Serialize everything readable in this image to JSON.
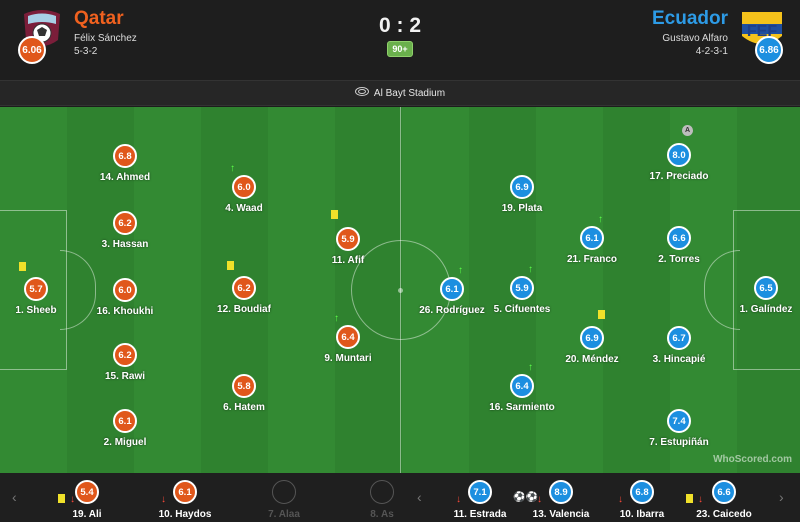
{
  "home": {
    "name": "Qatar",
    "manager": "Félix Sánchez",
    "formation": "5-3-2",
    "rating": "6.06",
    "color": "#e0571b"
  },
  "away": {
    "name": "Ecuador",
    "manager": "Gustavo Alfaro",
    "formation": "4-2-3-1",
    "rating": "6.86",
    "color": "#1c8fe0"
  },
  "score": "0 : 2",
  "time": "90+",
  "venue": "Al Bayt Stadium",
  "home_players": [
    {
      "rating": "6.8",
      "name": "14. Ahmed"
    },
    {
      "rating": "6.2",
      "name": "3. Hassan"
    },
    {
      "rating": "6.0",
      "name": "16. Khoukhi"
    },
    {
      "rating": "6.2",
      "name": "15. Rawi"
    },
    {
      "rating": "6.1",
      "name": "2. Miguel"
    },
    {
      "rating": "5.7",
      "name": "1. Sheeb"
    },
    {
      "rating": "6.0",
      "name": "4. Waad"
    },
    {
      "rating": "6.2",
      "name": "12. Boudiaf"
    },
    {
      "rating": "5.8",
      "name": "6. Hatem"
    },
    {
      "rating": "5.9",
      "name": "11. Afif"
    },
    {
      "rating": "6.4",
      "name": "9. Muntari"
    }
  ],
  "away_players": [
    {
      "rating": "8.0",
      "name": "17. Preciado"
    },
    {
      "rating": "6.6",
      "name": "2. Torres"
    },
    {
      "rating": "6.7",
      "name": "3. Hincapié"
    },
    {
      "rating": "7.4",
      "name": "7. Estupiñán"
    },
    {
      "rating": "6.5",
      "name": "1. Galíndez"
    },
    {
      "rating": "6.1",
      "name": "21. Franco"
    },
    {
      "rating": "6.9",
      "name": "20. Méndez"
    },
    {
      "rating": "6.9",
      "name": "19. Plata"
    },
    {
      "rating": "5.9",
      "name": "5. Cifuentes"
    },
    {
      "rating": "6.4",
      "name": "16. Sarmiento"
    },
    {
      "rating": "6.1",
      "name": "26. Rodríguez"
    }
  ],
  "captain_badge": "A",
  "home_subs": [
    {
      "rating": "5.4",
      "name": "19. Ali"
    },
    {
      "rating": "6.1",
      "name": "10. Haydos"
    },
    {
      "rating": "",
      "name": "7. Alaa"
    },
    {
      "rating": "",
      "name": "8. As"
    }
  ],
  "away_subs": [
    {
      "rating": "7.1",
      "name": "11. Estrada"
    },
    {
      "rating": "8.9",
      "name": "13. Valencia"
    },
    {
      "rating": "6.8",
      "name": "10. Ibarra"
    },
    {
      "rating": "6.6",
      "name": "23. Caicedo"
    }
  ],
  "watermark": "WhoScored.com",
  "icons": {
    "sub_on": "arrow-up-icon",
    "sub_off": "arrow-down-icon",
    "card": "yellow-card-icon",
    "goal": "football-icon",
    "stadium": "stadium-icon"
  }
}
